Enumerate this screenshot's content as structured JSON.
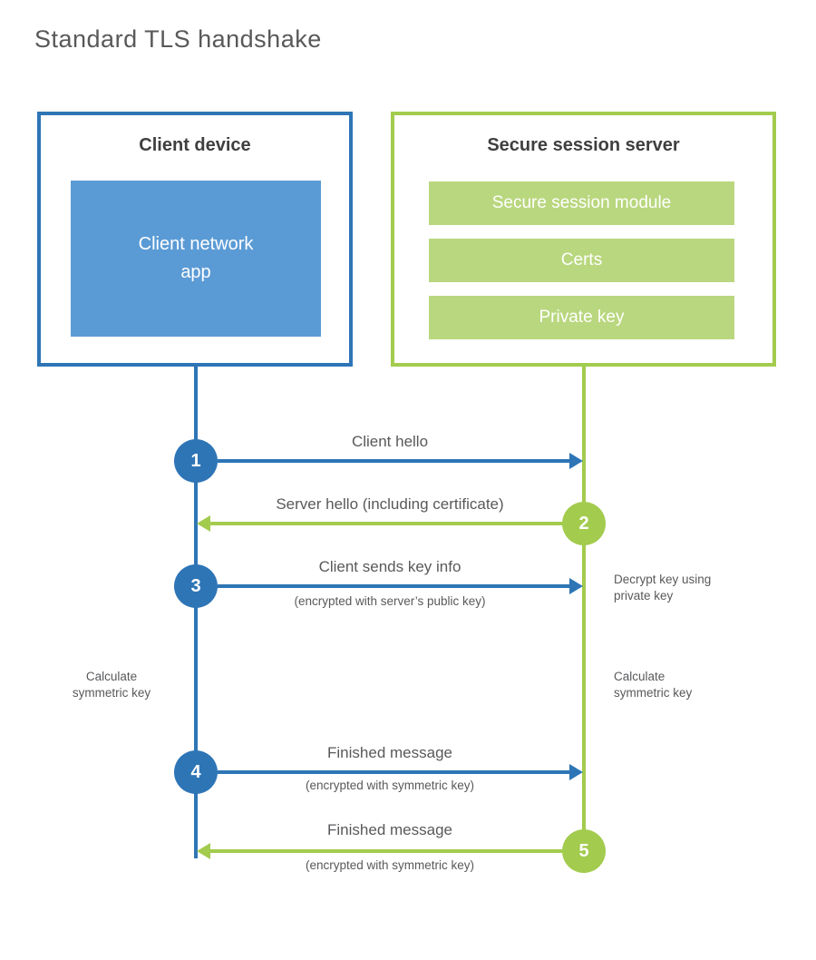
{
  "title": "Standard TLS handshake",
  "colors": {
    "client_accent": "#2E75B6",
    "client_fill": "#5B9BD5",
    "server_accent": "#A3CB4E",
    "server_fill": "#B9D77E",
    "text_gray": "#58595B"
  },
  "client": {
    "title": "Client device",
    "app_label": "Client network\napp"
  },
  "server": {
    "title": "Secure session server",
    "modules": [
      "Secure session module",
      "Certs",
      "Private key"
    ]
  },
  "steps": [
    {
      "num": "1",
      "label": "Client hello",
      "sub": "",
      "direction": "client-to-server"
    },
    {
      "num": "2",
      "label": "Server hello (including certificate)",
      "sub": "",
      "direction": "server-to-client"
    },
    {
      "num": "3",
      "label": "Client sends key info",
      "sub": "(encrypted with server’s public key)",
      "direction": "client-to-server"
    },
    {
      "num": "4",
      "label": "Finished message",
      "sub": "(encrypted with symmetric key)",
      "direction": "client-to-server"
    },
    {
      "num": "5",
      "label": "Finished message",
      "sub": "(encrypted with symmetric key)",
      "direction": "server-to-client"
    }
  ],
  "notes": {
    "decrypt": "Decrypt key using\nprivate key",
    "calculate_left": "Calculate\nsymmetric key",
    "calculate_right": "Calculate\nsymmetric key"
  }
}
